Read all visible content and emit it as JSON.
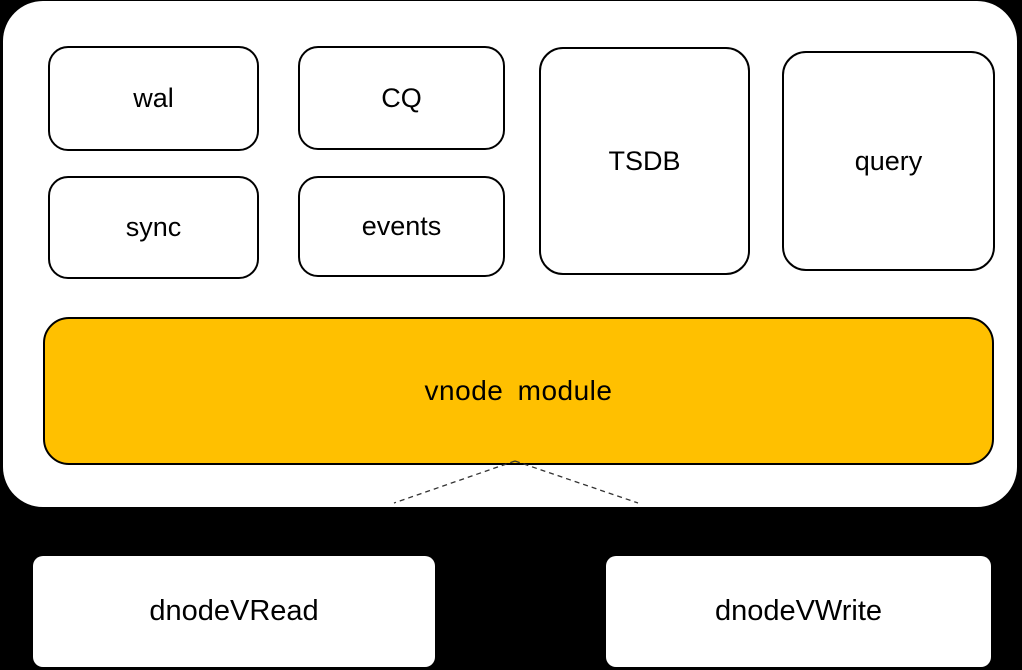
{
  "diagram": {
    "background_color": "#000000",
    "accent_color": "#FFC000",
    "container": {
      "modules": [
        {
          "id": "wal",
          "label": "wal"
        },
        {
          "id": "cq",
          "label": "CQ"
        },
        {
          "id": "sync",
          "label": "sync"
        },
        {
          "id": "events",
          "label": "events"
        },
        {
          "id": "tsdb",
          "label": "TSDB"
        },
        {
          "id": "query",
          "label": "query"
        }
      ],
      "vnode": {
        "label": "vnode module",
        "fill": "#FFC000"
      }
    },
    "queues": [
      {
        "id": "dnode-vread",
        "label": "dnodeVRead"
      },
      {
        "id": "dnode-vwrite",
        "label": "dnodeVWrite"
      }
    ]
  }
}
